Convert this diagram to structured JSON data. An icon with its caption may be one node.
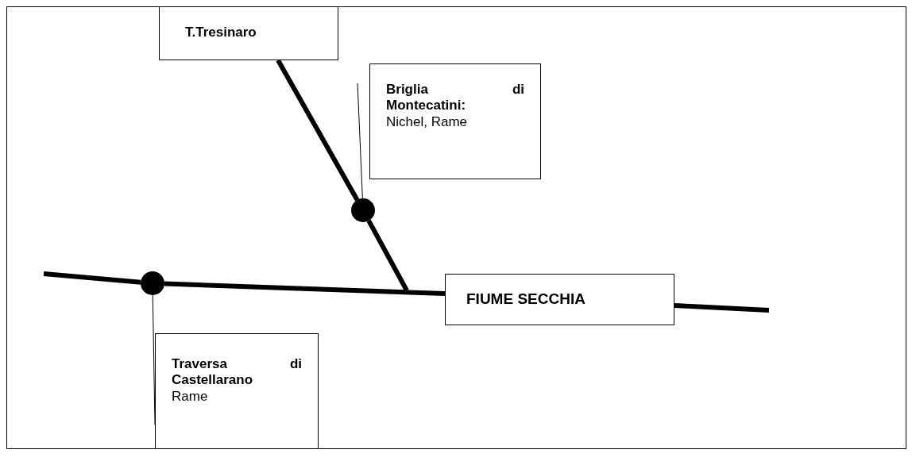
{
  "diagram": {
    "nodes": [
      {
        "text": [
          "T.Tresinaro"
        ]
      },
      {
        "text": [
          "Briglia di Montecatini:",
          "Nichel, Rame"
        ]
      },
      {
        "text": [],
        "shape": "circle"
      },
      {
        "text": [
          "FIUME SECCHIA"
        ]
      },
      {
        "text": [],
        "shape": "circle"
      },
      {
        "text": [
          "Traversa di Castellarano",
          "Rame"
        ]
      }
    ],
    "edges": [
      {
        "from": 0,
        "to": 2,
        "arrow": "none"
      },
      {
        "from": 2,
        "to": null,
        "arrow": "none"
      },
      {
        "from": null,
        "to": 4,
        "arrow": "none"
      },
      {
        "from": 4,
        "to": 3,
        "arrow": "none"
      },
      {
        "from": 3,
        "to": null,
        "arrow": "none"
      },
      {
        "from": 2,
        "to": null,
        "arrow": "none"
      },
      {
        "from": 4,
        "to": 5,
        "arrow": "none"
      }
    ]
  }
}
